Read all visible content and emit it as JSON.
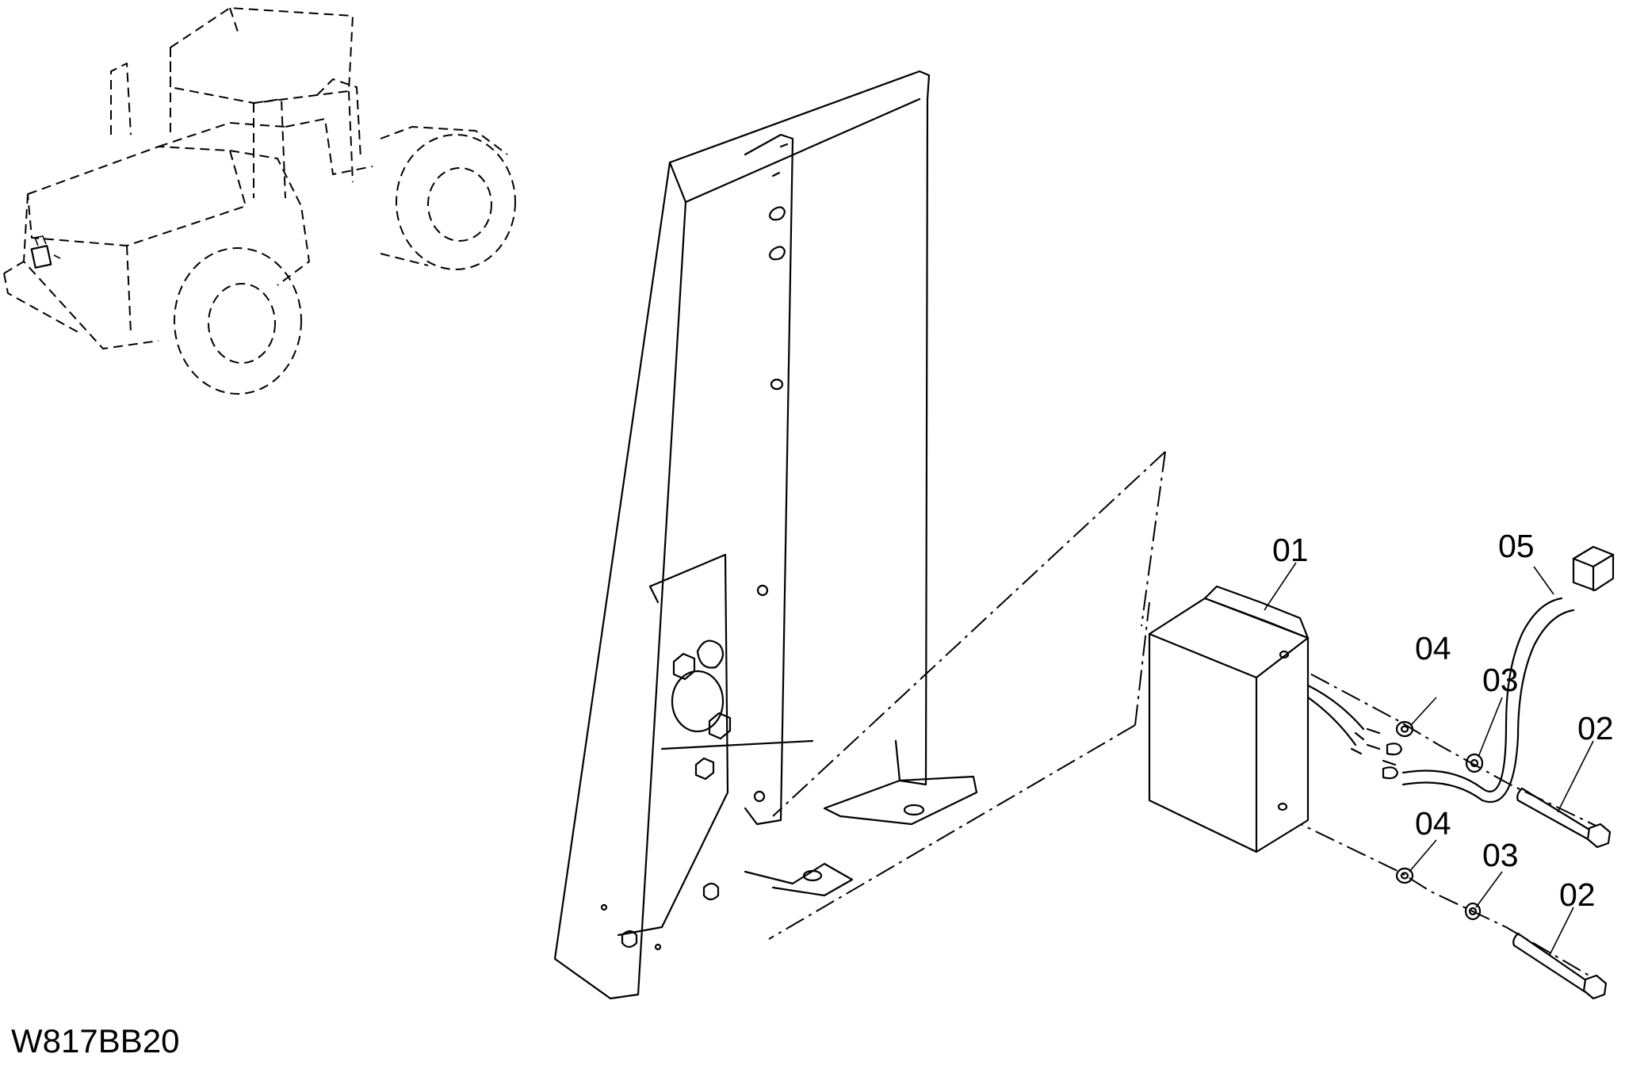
{
  "drawing_code": "W817BB20",
  "callouts": {
    "p01": "01",
    "p02a": "02",
    "p02b": "02",
    "p03a": "03",
    "p03b": "03",
    "p04a": "04",
    "p04b": "04",
    "p05": "05"
  },
  "colors": {
    "line": "#000000",
    "background": "#ffffff"
  }
}
